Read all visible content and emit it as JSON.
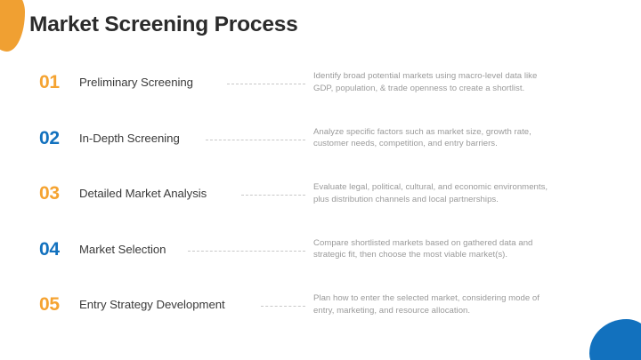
{
  "slide": {
    "title": "Market Screening Process",
    "background_color": "#ffffff",
    "accent_orange": "#F5A331",
    "accent_blue": "#1271BE",
    "label_color": "#3a3a3a",
    "description_color": "#9a9a9a",
    "connector_color": "#c8c8c8"
  },
  "decor": {
    "top_left_blob": "orange-blob",
    "bottom_right_blob": "blue-blob"
  },
  "steps": [
    {
      "number": "01",
      "number_color": "orange",
      "label": "Preliminary Screening",
      "desc_line1": "Identify broad potential markets using macro-level data like",
      "desc_line2": "GDP, population, & trade openness to create a shortlist.",
      "connector_width": 88
    },
    {
      "number": "02",
      "number_color": "blue",
      "label": "In-Depth Screening",
      "desc_line1": "Analyze specific factors such as market size, growth rate,",
      "desc_line2": "customer needs, competition, and entry barriers.",
      "connector_width": 112
    },
    {
      "number": "03",
      "number_color": "orange",
      "label": "Detailed Market Analysis",
      "desc_line1": "Evaluate legal, political, cultural, and economic environments,",
      "desc_line2": "plus distribution channels and local partnerships.",
      "connector_width": 72
    },
    {
      "number": "04",
      "number_color": "blue",
      "label": "Market Selection",
      "desc_line1": "Compare shortlisted markets based on gathered data and",
      "desc_line2": "strategic fit, then choose the most viable market(s).",
      "connector_width": 132
    },
    {
      "number": "05",
      "number_color": "orange",
      "label": "Entry Strategy Development",
      "desc_line1": "Plan how to enter the selected market, considering mode of",
      "desc_line2": "entry, marketing, and resource allocation.",
      "connector_width": 50
    }
  ]
}
